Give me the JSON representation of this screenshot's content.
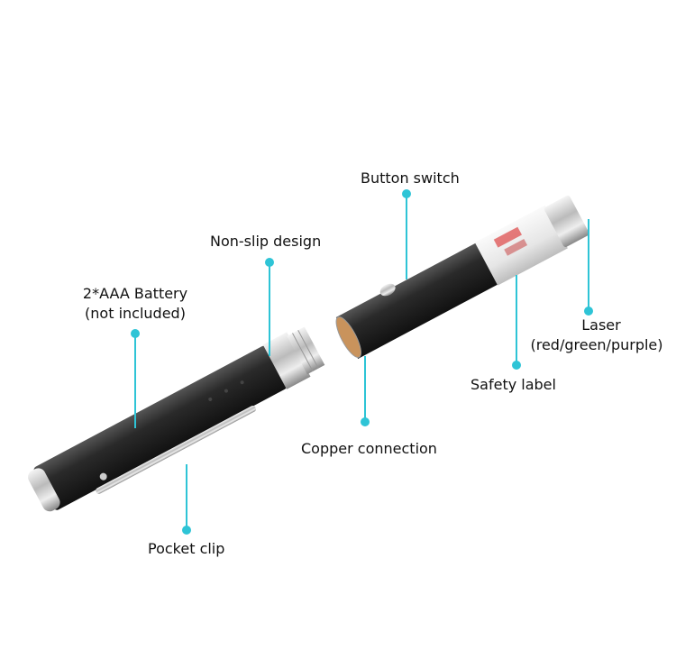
{
  "accent_color": "#2ec4d6",
  "labels": {
    "button_switch": "Button switch",
    "non_slip": "Non-slip design",
    "battery_line1": "2*AAA Battery",
    "battery_line2": "(not included)",
    "laser_line1": "Laser",
    "laser_line2": "(red/green/purple)",
    "safety_label": "Safety label",
    "copper": "Copper connection",
    "pocket_clip": "Pocket clip"
  }
}
